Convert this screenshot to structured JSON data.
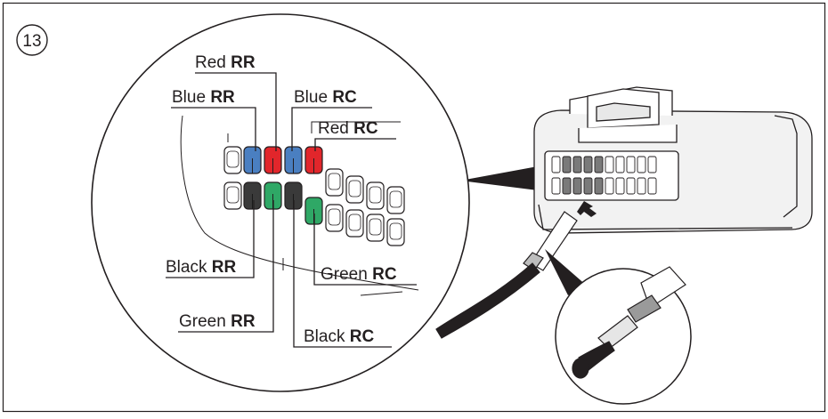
{
  "step_number": "13",
  "colors": {
    "blue": "#4a7fc1",
    "red": "#e2262b",
    "black": "#3a3a3a",
    "green": "#2fa866",
    "connector_body": "#f2f2f2",
    "line": "#231f20"
  },
  "labels": {
    "red_rr": {
      "color": "Red",
      "code": "RR"
    },
    "blue_rr": {
      "color": "Blue",
      "code": "RR"
    },
    "blue_rc": {
      "color": "Blue",
      "code": "RC"
    },
    "red_rc": {
      "color": "Red",
      "code": "RC"
    },
    "black_rr": {
      "color": "Black",
      "code": "RR"
    },
    "green_rc": {
      "color": "Green",
      "code": "RC"
    },
    "green_rr": {
      "color": "Green",
      "code": "RR"
    },
    "black_rc": {
      "color": "Black",
      "code": "RC"
    }
  }
}
